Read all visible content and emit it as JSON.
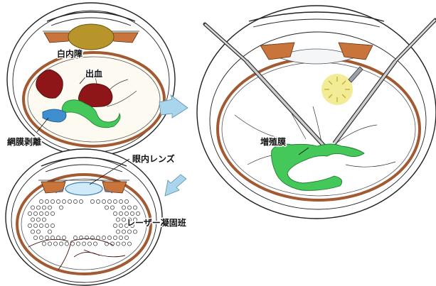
{
  "labels": {
    "cataract": "白内障",
    "hemorrhage": "出血",
    "retinal_detachment": "網膜剥離",
    "proliferative_membrane": "増殖膜",
    "intraocular_lens": "眼内レンズ",
    "laser_photocoagulation_spots": "レーザー凝固班"
  },
  "colors": {
    "cataract": "#b8952a",
    "hemorrhage": "#8e1518",
    "membrane": "#45c85a",
    "detachment": "#3f8fcf",
    "iris": "#c8743a",
    "arrow": "#a9d6ec",
    "vessel": "#5a1010",
    "laser": "#f0ea8a"
  }
}
